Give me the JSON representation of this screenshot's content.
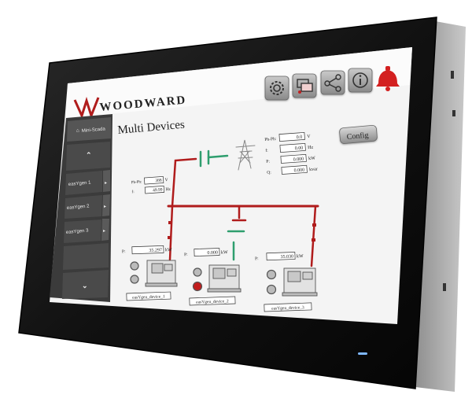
{
  "brand": {
    "name": "WOODWARD"
  },
  "toolbar": {
    "buttons": [
      {
        "icon": "gear-icon",
        "label": "Settings"
      },
      {
        "icon": "monitor-network-icon",
        "label": "Network"
      },
      {
        "icon": "share-icon",
        "label": "Share"
      },
      {
        "icon": "info-icon",
        "label": "Info"
      },
      {
        "icon": "bell-alarm-icon",
        "label": "Alarms"
      }
    ]
  },
  "sidebar": {
    "home_label": "Mini-Scada",
    "items": [
      {
        "label": "easYgen 1"
      },
      {
        "label": "easYgen 2"
      },
      {
        "label": "easYgen 3"
      }
    ]
  },
  "main": {
    "title": "Multi Devices",
    "config_label": "Config"
  },
  "mains": {
    "php_label": "Ph-Ph:",
    "php_value": "0.0",
    "php_unit": "V",
    "f_label": "f:",
    "f_value": "0.00",
    "f_unit": "Hz",
    "p_label": "P:",
    "p_value": "0.000",
    "p_unit": "kW",
    "q_label": "Q:",
    "q_value": "0.000",
    "q_unit": "kvar"
  },
  "busbar": {
    "php_label": "Ph-Ph:",
    "php_value": "388",
    "php_unit": "V",
    "f_label": "f:",
    "f_value": "49.99",
    "f_unit": "Hz"
  },
  "devices": [
    {
      "name": "easYgen_device_1",
      "p_label": "P:",
      "p_value": "35.297",
      "p_unit": "kW",
      "status": "closed"
    },
    {
      "name": "easYgen_device_2",
      "p_label": "P:",
      "p_value": "0.000",
      "p_unit": "kW",
      "status": "open"
    },
    {
      "name": "easYgen_device_3",
      "p_label": "P:",
      "p_value": "35.030",
      "p_unit": "kW",
      "status": "closed"
    }
  ],
  "colors": {
    "bus_energized": "#b01c1c",
    "breaker_open": "#2e9e6e",
    "alarm": "#d32020",
    "nav_bg": "#3b3b3b",
    "screen_bg": "#f4f4f4"
  }
}
